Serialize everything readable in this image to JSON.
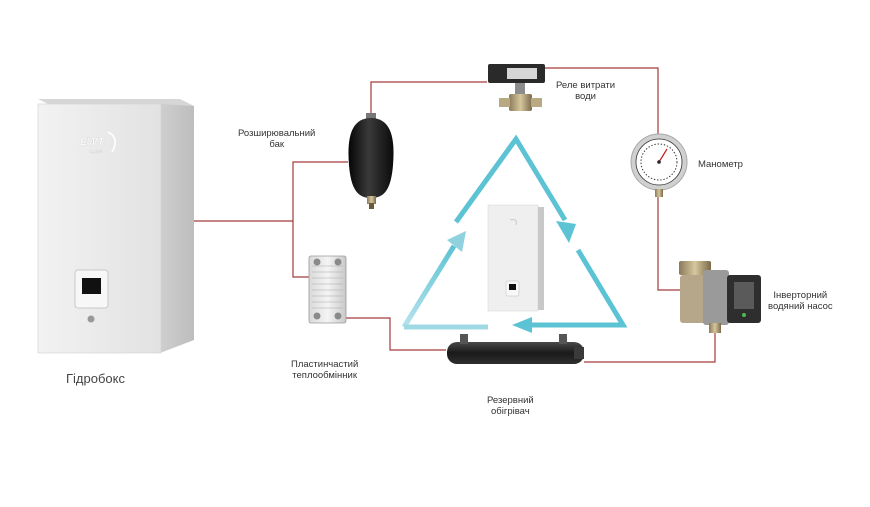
{
  "labels": {
    "hydrobox": "Гідробокс",
    "expansion_tank": [
      "Розширювальний",
      "бак"
    ],
    "flow_relay": [
      "Реле витрати",
      "води"
    ],
    "manometer": [
      "Манометр"
    ],
    "pump": [
      "Інверторний",
      "водяний насос"
    ],
    "plate_exchanger": [
      "Пластинчастий",
      "теплообмінник"
    ],
    "backup_heater": [
      "Резервний",
      "обігрівач"
    ]
  },
  "logo": {
    "brand": "EWT",
    "sub": "CLIMA"
  },
  "colors": {
    "pipe": "#a43a3a",
    "cycle_arrow": "#5cc3d4",
    "cycle_arrow_light": "#b7e3ec",
    "cabinet": "#e9e9e9",
    "tank": "#1b1b1b"
  },
  "icons": {
    "cycle": "triangle-cycle-arrows-icon",
    "tank": "expansion-tank-icon",
    "relay": "flow-switch-icon",
    "gauge": "pressure-gauge-icon",
    "pump": "circulation-pump-icon",
    "exchanger": "plate-heat-exchanger-icon",
    "heater": "backup-heater-icon"
  }
}
